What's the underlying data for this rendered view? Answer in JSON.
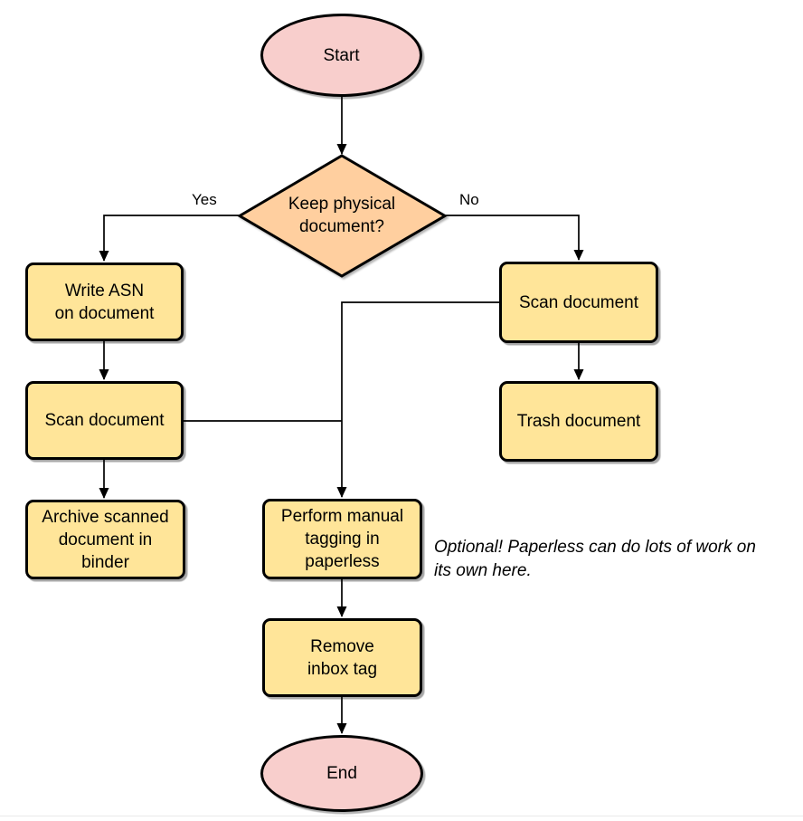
{
  "nodes": {
    "start": {
      "label": "Start"
    },
    "decision": {
      "label": "Keep physical\ndocument?"
    },
    "write_asn": {
      "label": "Write ASN\non document"
    },
    "scan_left": {
      "label": "Scan document"
    },
    "archive": {
      "label": "Archive scanned\ndocument in\nbinder"
    },
    "scan_right": {
      "label": "Scan document"
    },
    "trash": {
      "label": "Trash document"
    },
    "tagging": {
      "label": "Perform manual\ntagging in\npaperless"
    },
    "remove_tag": {
      "label": "Remove\ninbox tag"
    },
    "end": {
      "label": "End"
    }
  },
  "edge_labels": {
    "yes": "Yes",
    "no": "No"
  },
  "note": {
    "text": "Optional! Paperless can do lots of work on\nits own here."
  },
  "colors": {
    "terminator-fill": "#f8cecc",
    "decision-fill": "#ffcf9f",
    "process-fill": "#ffe599",
    "stroke": "#000000",
    "text": "#000000"
  }
}
